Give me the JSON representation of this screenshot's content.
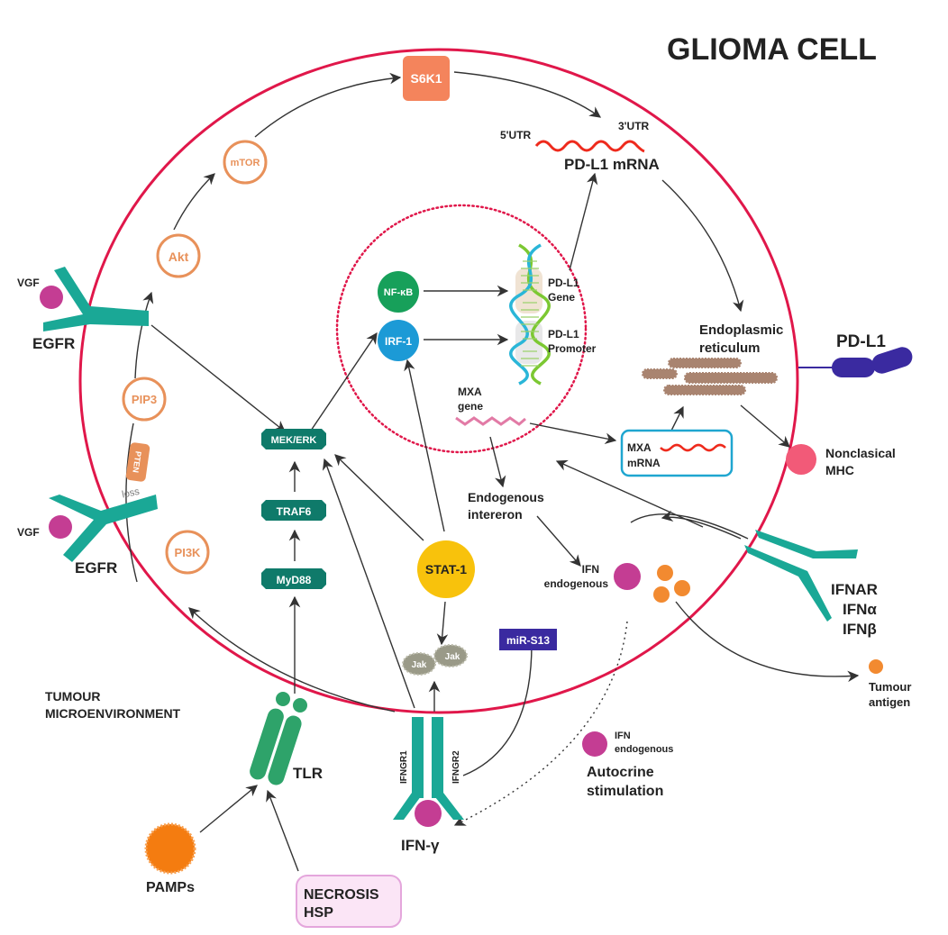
{
  "title": "GLIOMA CELL",
  "colors": {
    "membrane": "#e0174a",
    "nucleus_dots": "#e0174a",
    "teal": "#1aa896",
    "dark_teal": "#0f7a6a",
    "orange_node": "#e8915a",
    "s6k1": "#f4845c",
    "magenta": "#c43d93",
    "nfkb": "#17a05a",
    "irf1": "#1c9ad6",
    "stat1": "#f8c20c",
    "pdl1": "#3a2aa0",
    "er": "#a98470",
    "mrna": "#ee2a1c",
    "mxa_gene": "#e27ba6",
    "mxa_box": "#1fa6d0",
    "mhc": "#f25a78",
    "tumour_antigen": "#f28a30",
    "pamps": "#f47c10",
    "tlr": "#2ea36a",
    "necrosis_bg": "#fbe5f6",
    "necrosis_border": "#e4a6dc",
    "mir": "#3a2aa0",
    "jak": "#9a9a88"
  },
  "pi3k_pathway": {
    "s6k1": "S6K1",
    "mtor": "mTOR",
    "akt": "Akt",
    "pip3": "PIP3",
    "pten": "PTEN",
    "loss": "loss",
    "pi3k": "PI3K"
  },
  "receptors": {
    "egfr_top": {
      "ligand": "VGF",
      "label": "EGFR"
    },
    "egfr_bottom": {
      "ligand": "VGF",
      "label": "EGFR"
    },
    "ifnar": {
      "label": "IFNAR",
      "ligand1": "IFNα",
      "ligand2": "IFNβ"
    },
    "tlr": {
      "label": "TLR"
    },
    "ifngr": {
      "chain1": "IFNGR1",
      "chain2": "IFNGR2",
      "ligand": "IFN-γ"
    }
  },
  "mrna": {
    "utr5": "5'UTR",
    "utr3": "3'UTR",
    "label": "PD-L1 mRNA"
  },
  "nucleus": {
    "nfkb": "NF-κB",
    "irf1": "IRF-1",
    "gene_line1": "PD-L1",
    "gene_line2": "Gene",
    "promoter_line1": "PD-L1",
    "promoter_line2": "Promoter",
    "mxa_gene_line1": "MXA",
    "mxa_gene_line2": "gene"
  },
  "cytoplasm": {
    "er_line1": "Endoplasmic",
    "er_line2": "reticulum",
    "mxa_mrna_line1": "MXA",
    "mxa_mrna_line2": "mRNA",
    "mek_erk": "MEK/ERK",
    "traf6": "TRAF6",
    "myd88": "MyD88",
    "stat1": "STAT-1",
    "jak1": "Jak",
    "jak2": "Jak",
    "mir": "miR-S13",
    "endo_ifn_line1": "Endogenous",
    "endo_ifn_line2": "intereron",
    "ifn_endo_line1": "IFN",
    "ifn_endo_line2": "endogenous"
  },
  "surface": {
    "pdl1": "PD-L1",
    "mhc_line1": "Nonclasical",
    "mhc_line2": "MHC"
  },
  "environment": {
    "label_line1": "TUMOUR",
    "label_line2": "MICROENVIRONMENT",
    "pamps": "PAMPs",
    "necrosis_line1": "NECROSIS",
    "necrosis_line2": "HSP",
    "tumour_antigen_line1": "Tumour",
    "tumour_antigen_line2": "antigen",
    "autocrine_ifn_line1": "IFN",
    "autocrine_ifn_line2": "endogenous",
    "autocrine_line1": "Autocrine",
    "autocrine_line2": "stimulation"
  }
}
